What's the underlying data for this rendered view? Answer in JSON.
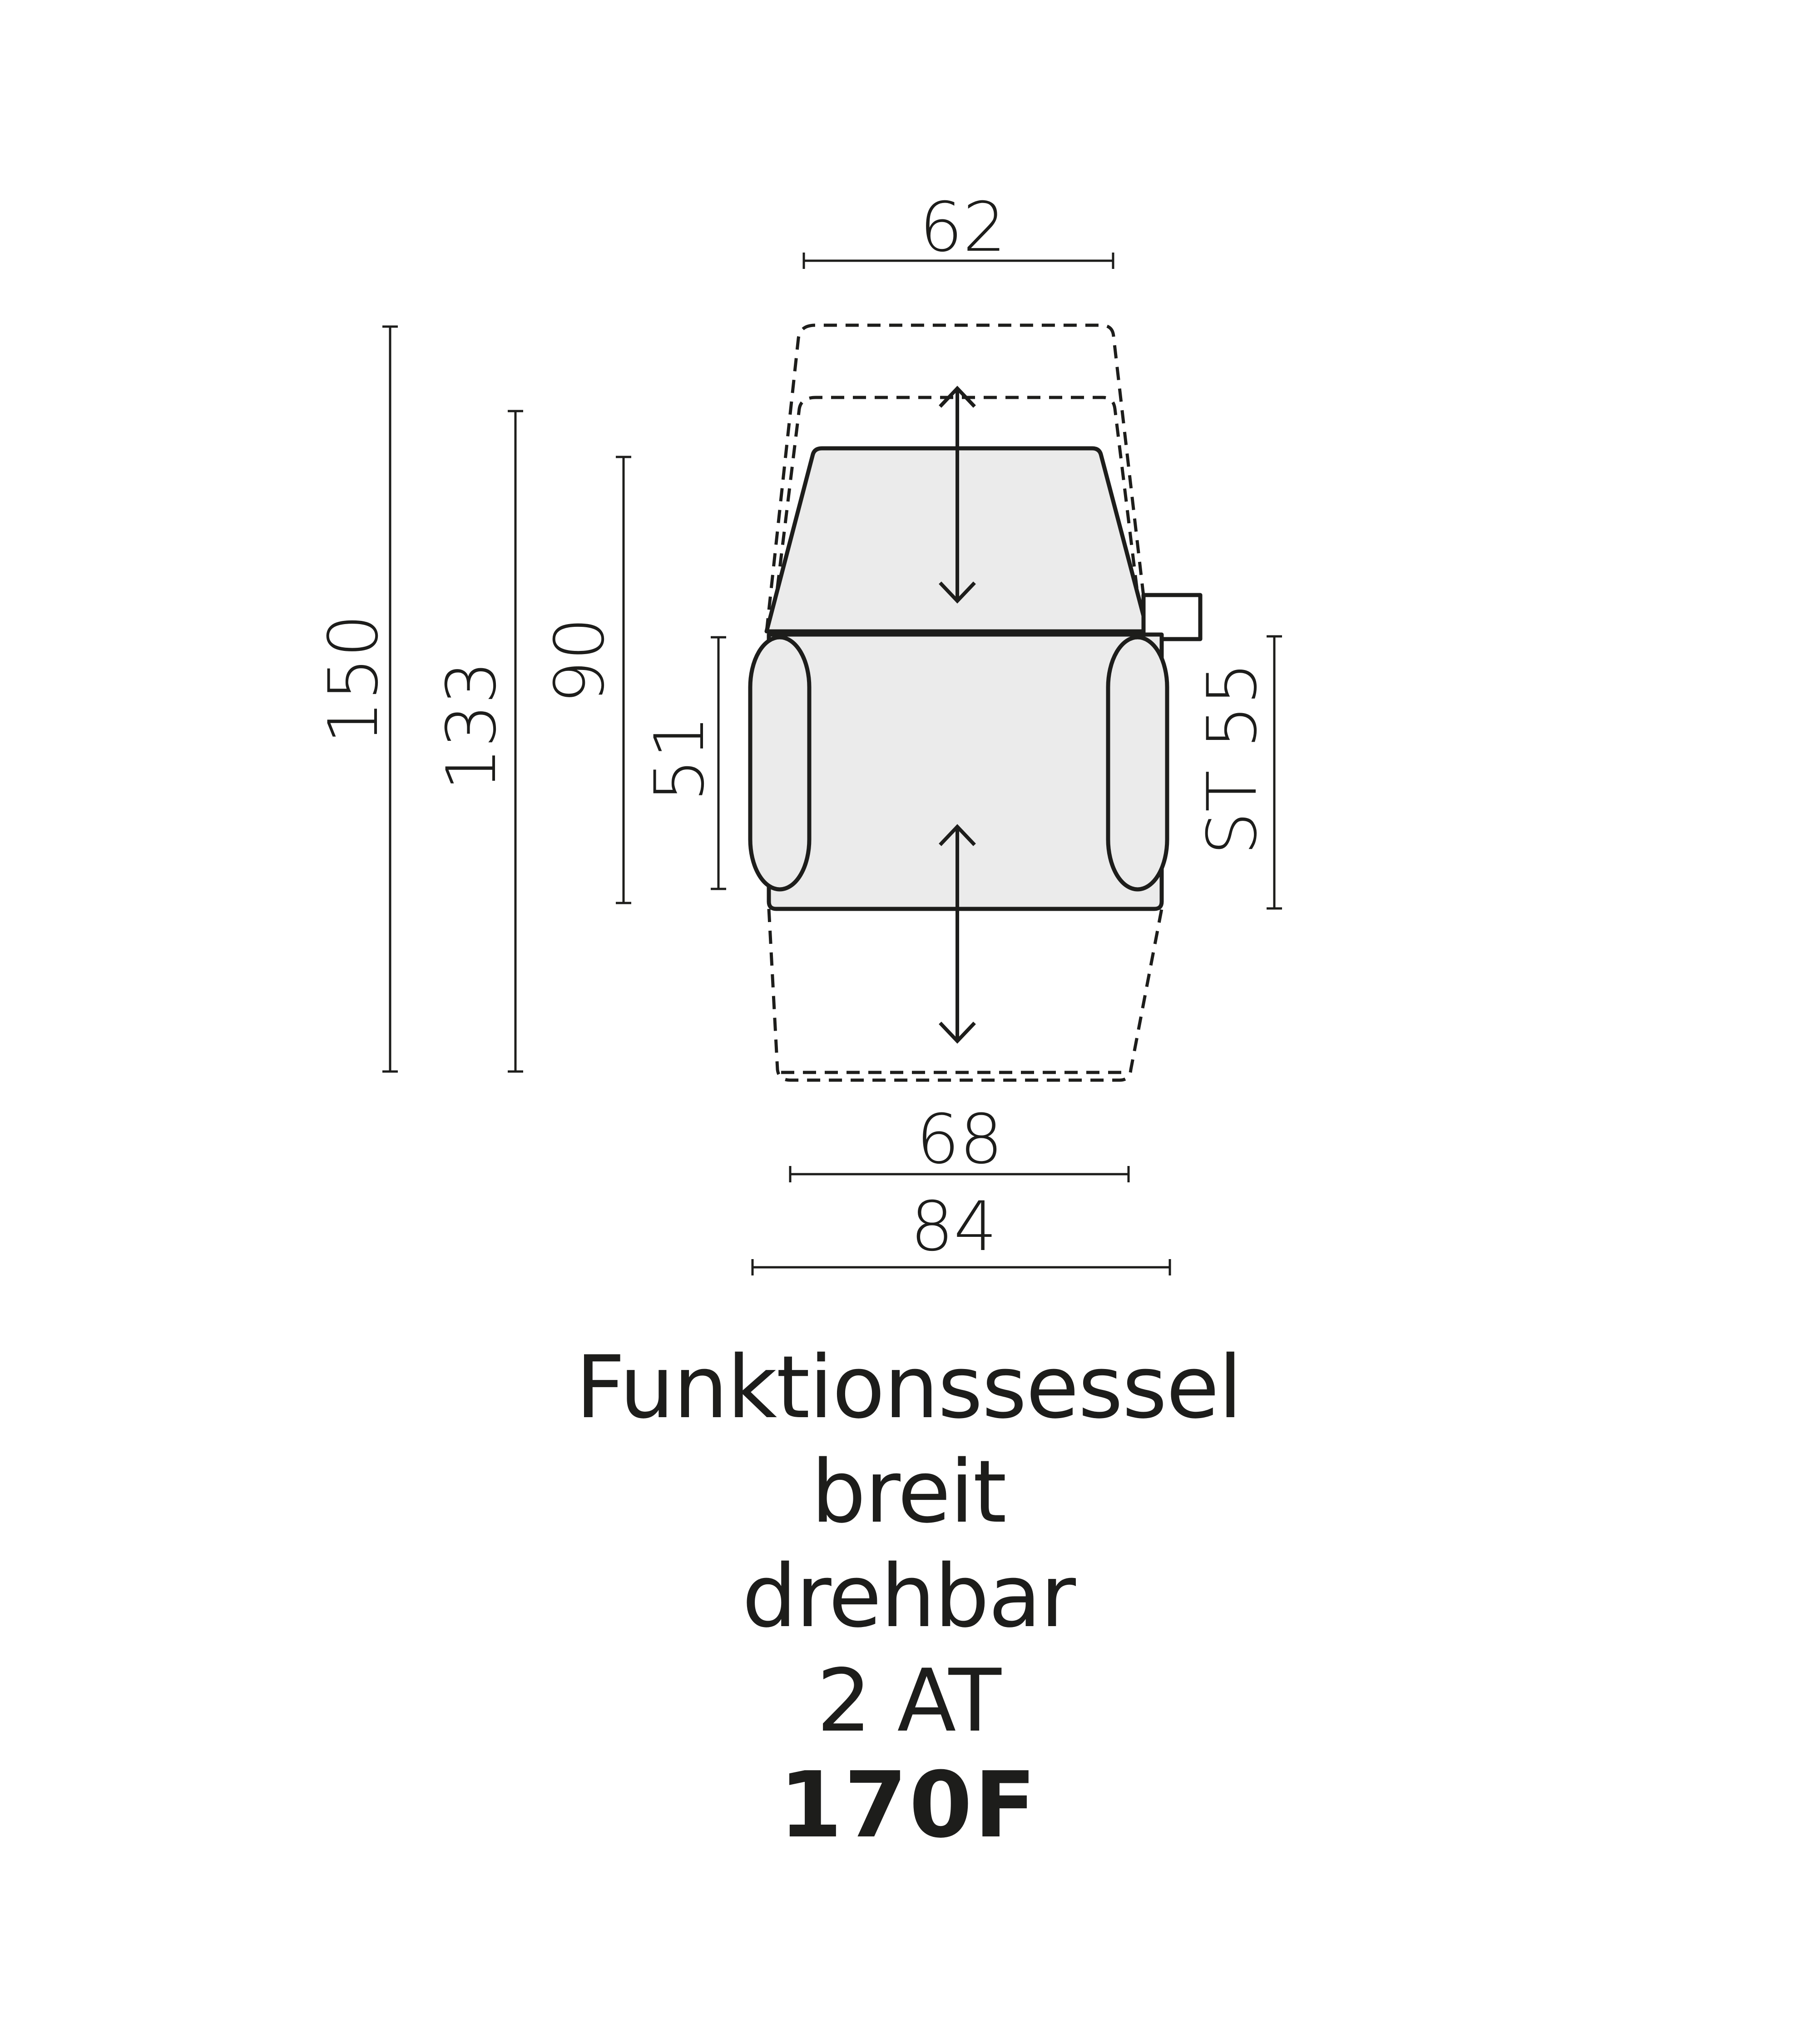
{
  "drawing": {
    "title": "Funktionssessel breit drehbar 2 AT 170F",
    "fill_color": "#ebebeb",
    "stroke_color": "#1d1d1b",
    "dimensions": {
      "top_width": "62",
      "seat_width": "68",
      "total_width": "84",
      "height_extended": "150",
      "height_mid": "133",
      "depth_base": "90",
      "armrest_depth": "51",
      "seat_height": "ST 55"
    },
    "icons": [
      "backrest-extend-arrow-icon",
      "footrest-extend-arrow-icon"
    ]
  },
  "caption": {
    "lines": [
      "Funktionssessel",
      "breit",
      "drehbar",
      "2 AT"
    ],
    "model_code": "170F"
  }
}
